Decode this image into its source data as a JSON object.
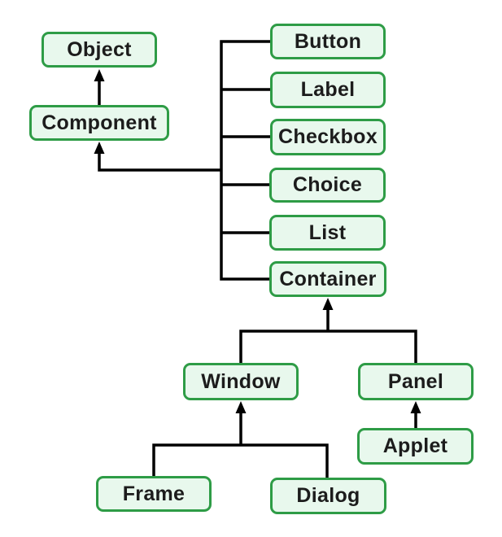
{
  "colors": {
    "node_fill": "#e8f8ed",
    "node_border": "#2e9c46",
    "node_text": "#1c1c1c",
    "connector": "#000000"
  },
  "nodes": {
    "object": {
      "label": "Object"
    },
    "component": {
      "label": "Component"
    },
    "button": {
      "label": "Button"
    },
    "label": {
      "label": "Label"
    },
    "checkbox": {
      "label": "Checkbox"
    },
    "choice": {
      "label": "Choice"
    },
    "list": {
      "label": "List"
    },
    "container": {
      "label": "Container"
    },
    "window": {
      "label": "Window"
    },
    "panel": {
      "label": "Panel"
    },
    "applet": {
      "label": "Applet"
    },
    "frame": {
      "label": "Frame"
    },
    "dialog": {
      "label": "Dialog"
    }
  },
  "edges": [
    {
      "child": "Component",
      "parent": "Object"
    },
    {
      "child": "Button",
      "parent": "Component"
    },
    {
      "child": "Label",
      "parent": "Component"
    },
    {
      "child": "Checkbox",
      "parent": "Component"
    },
    {
      "child": "Choice",
      "parent": "Component"
    },
    {
      "child": "List",
      "parent": "Component"
    },
    {
      "child": "Container",
      "parent": "Component"
    },
    {
      "child": "Window",
      "parent": "Container"
    },
    {
      "child": "Panel",
      "parent": "Container"
    },
    {
      "child": "Frame",
      "parent": "Window"
    },
    {
      "child": "Dialog",
      "parent": "Window"
    },
    {
      "child": "Applet",
      "parent": "Panel"
    }
  ]
}
